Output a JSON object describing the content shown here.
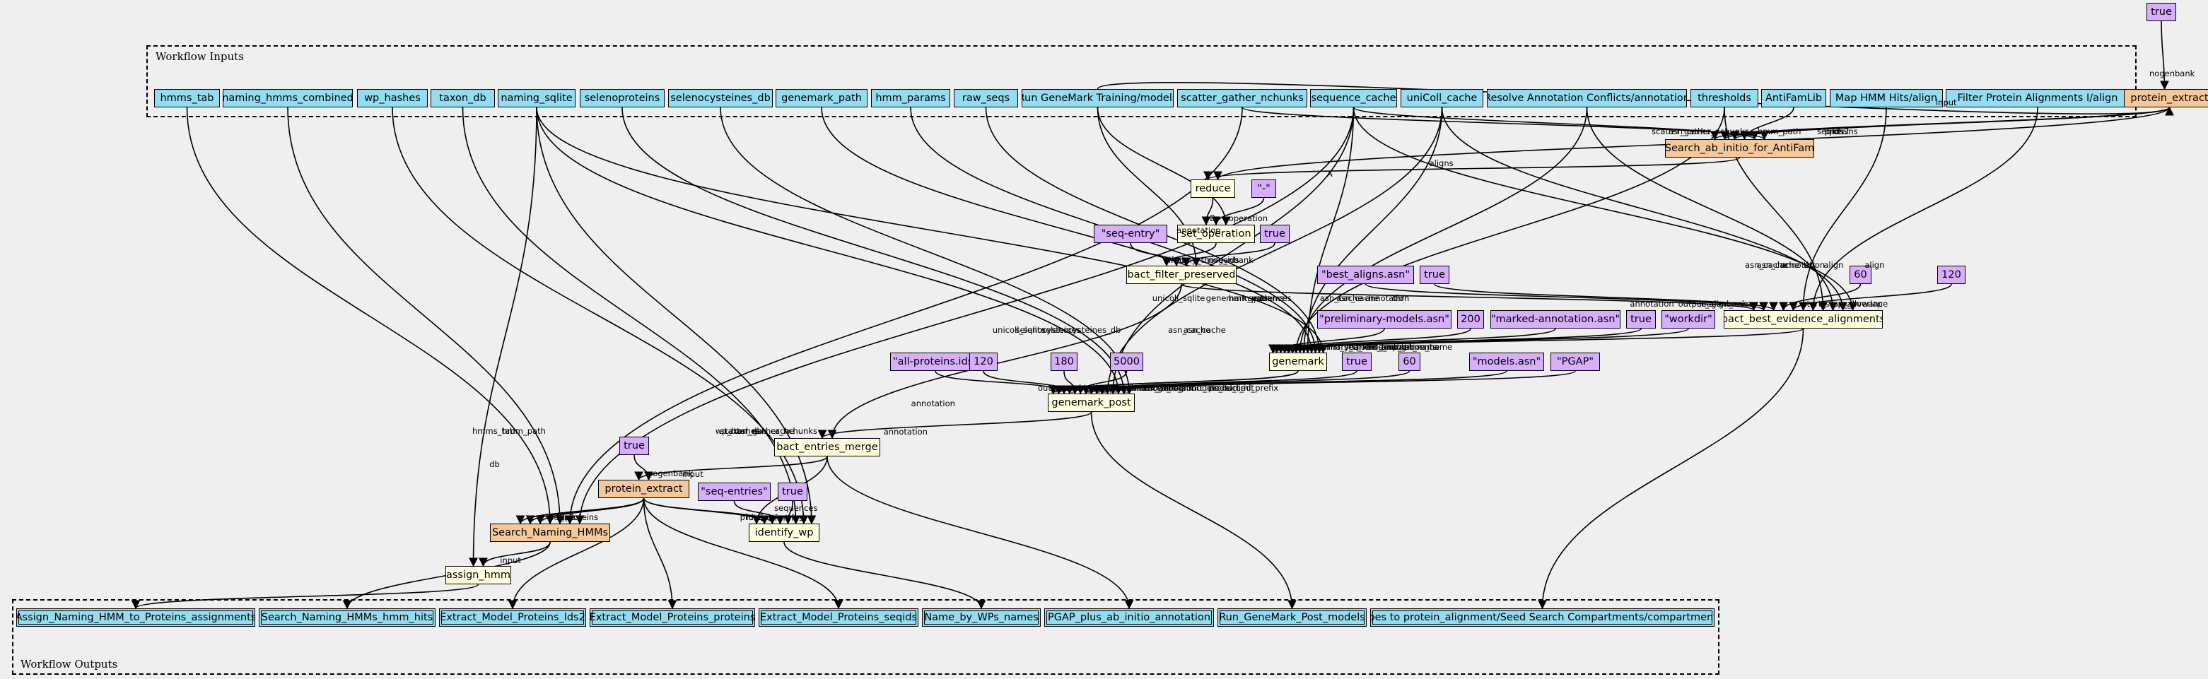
{
  "clusters": {
    "inputs_title": "Workflow Inputs",
    "outputs_title": "Workflow Outputs"
  },
  "colors": {
    "input": "#94ddf0",
    "step": "#ffffe0",
    "default": "#d5aefc",
    "subworkflow": "#f4c89a",
    "background": "#efefef"
  },
  "nodes": {
    "in_hmms_tab": "hmms_tab",
    "in_naming_hmms_combined": "naming_hmms_combined",
    "in_wp_hashes": "wp_hashes",
    "in_taxon_db": "taxon_db",
    "in_naming_sqlite": "naming_sqlite",
    "in_selenoproteins": "selenoproteins",
    "in_selenocysteines_db": "selenocysteines_db",
    "in_genemark_path": "genemark_path",
    "in_hmm_params": "hmm_params",
    "in_raw_seqs": "raw_seqs",
    "in_run_genemark_training": "Run GeneMark Training/models",
    "in_scatter_gather": "scatter_gather_nchunks",
    "in_sequence_cache": "sequence_cache",
    "in_unicoll_cache": "uniColl_cache",
    "in_resolve_annot": "Resolve Annotation Conflicts/annotation",
    "in_thresholds": "thresholds",
    "in_antifamlib": "AntiFamLib",
    "in_map_hmm": "Map HMM Hits/align",
    "in_filter_prot": "Filter Protein Alignments I/align",
    "d_true_top": "true",
    "protein_extract_top": "protein_extract",
    "search_ab_initio": "Search_ab_initio_for_AntiFam",
    "reduce": "reduce",
    "d_minus": "\"-\"",
    "set_operation": "set_operation",
    "d_seq_entry": "\"seq-entry\"",
    "d_true_bfp": "true",
    "bact_filter_preserved": "bact_filter_preserved",
    "d_best_aligns": "\"best_aligns.asn\"",
    "d_true_bbea": "true",
    "d_60_bbea": "60",
    "d_120_bbea": "120",
    "d_prelim": "\"preliminary-models.asn\"",
    "d_200": "200",
    "d_marked": "\"marked-annotation.asn\"",
    "d_true_gm": "true",
    "d_workdir": "\"workdir\"",
    "bact_best_evidence": "bact_best_evidence_alignments",
    "genemark": "genemark",
    "d_all_proteins": "\"all-proteins.ids\"",
    "d_120_gp": "120",
    "d_180": "180",
    "d_5000": "5000",
    "d_true_gp": "true",
    "d_60_gp": "60",
    "d_models": "\"models.asn\"",
    "d_pgap": "\"PGAP\"",
    "genemark_post": "genemark_post",
    "bact_entries_merge": "bact_entries_merge",
    "d_true_pe": "true",
    "protein_extract_mid": "protein_extract",
    "d_seq_entries": "\"seq-entries\"",
    "d_true_iw": "true",
    "search_naming": "Search_Naming_HMMs",
    "identify_wp": "identify_wp",
    "assign_hmm": "assign_hmm",
    "out_assign": "Assign_Naming_HMM_to_Proteins_assignments",
    "out_search_hits": "Search_Naming_HMMs_hmm_hits",
    "out_lds2": "Extract_Model_Proteins_lds2",
    "out_proteins": "Extract_Model_Proteins_proteins",
    "out_seqids": "Extract_Model_Proteins_seqids",
    "out_wp_names": "Name_by_WPs_names",
    "out_pgap": "PGAP_plus_ab_initio_annotation",
    "out_rgpm": "Run_GeneMark_Post_models",
    "out_goes": "goes to protein_alignment/Seed Search Compartments/compartments"
  },
  "edges": [
    {
      "from": "d_true_top",
      "to": "protein_extract_top",
      "label": "nogenbank"
    },
    {
      "from": "in_run_genemark_training",
      "to": "protein_extract_top",
      "label": "input"
    },
    {
      "from": "protein_extract_top",
      "to": "search_ab_initio",
      "label": "seqids"
    },
    {
      "from": "protein_extract_top",
      "to": "search_ab_initio",
      "label": "proteins"
    },
    {
      "from": "protein_extract_top",
      "to": "search_ab_initio",
      "label": "lds2"
    },
    {
      "from": "in_antifamlib",
      "to": "search_ab_initio",
      "label": "hmm_path"
    },
    {
      "from": "in_sequence_cache",
      "to": "search_ab_initio",
      "label": "asn_cache"
    },
    {
      "from": "in_scatter_gather",
      "to": "search_ab_initio",
      "label": "scatter_gather_nchunks"
    },
    {
      "from": "search_ab_initio",
      "to": "reduce",
      "label": "A"
    },
    {
      "from": "protein_extract_top",
      "to": "reduce",
      "label": "aligns"
    },
    {
      "from": "reduce",
      "to": "set_operation",
      "label": "B"
    },
    {
      "from": "d_minus",
      "to": "set_operation",
      "label": "operation"
    },
    {
      "from": "in_run_genemark_training",
      "to": "set_operation",
      "label": ""
    },
    {
      "from": "set_operation",
      "to": "bact_filter_preserved",
      "label": "only_those_ids"
    },
    {
      "from": "d_seq_entry",
      "to": "bact_filter_preserved",
      "label": "ifmt"
    },
    {
      "from": "d_true_bfp",
      "to": "bact_filter_preserved",
      "label": "nogenbank"
    },
    {
      "from": "in_run_genemark_training",
      "to": "bact_filter_preserved",
      "label": "annotation"
    },
    {
      "from": "bact_filter_preserved",
      "to": "bact_best_evidence",
      "label": "annotation"
    },
    {
      "from": "d_best_aligns",
      "to": "bact_best_evidence",
      "label": "output_align_name"
    },
    {
      "from": "d_true_bbea",
      "to": "bact_best_evidence",
      "label": "nogenbank"
    },
    {
      "from": "d_60_bbea",
      "to": "bact_best_evidence",
      "label": "start_stop_allowance"
    },
    {
      "from": "d_120_bbea",
      "to": "bact_best_evidence",
      "label": "max_overlap"
    },
    {
      "from": "in_map_hmm",
      "to": "bact_best_evidence",
      "label": "align"
    },
    {
      "from": "in_filter_prot",
      "to": "bact_best_evidence",
      "label": "align"
    },
    {
      "from": "in_thresholds",
      "to": "bact_best_evidence",
      "label": "thr"
    },
    {
      "from": "in_resolve_annot",
      "to": "bact_best_evidence",
      "label": "annotation"
    },
    {
      "from": "in_unicoll_cache",
      "to": "bact_best_evidence",
      "label": "asn_cache"
    },
    {
      "from": "in_sequence_cache",
      "to": "bact_best_evidence",
      "label": "asn_cache"
    },
    {
      "from": "bact_best_evidence",
      "to": "genemark",
      "label": "alignments"
    },
    {
      "from": "d_prelim",
      "to": "genemark",
      "label": "preliminary_models_name"
    },
    {
      "from": "d_200",
      "to": "genemark",
      "label": "min_seq_len"
    },
    {
      "from": "d_marked",
      "to": "genemark",
      "label": "marked_annotation_name"
    },
    {
      "from": "d_true_gm",
      "to": "genemark",
      "label": "nogenbank"
    },
    {
      "from": "d_workdir",
      "to": "genemark",
      "label": "tmp_dir_name"
    },
    {
      "from": "in_thresholds",
      "to": "genemark",
      "label": "thr"
    },
    {
      "from": "in_resolve_annot",
      "to": "genemark",
      "label": "annotation"
    },
    {
      "from": "in_unicoll_cache",
      "to": "genemark",
      "label": "asn_cache"
    },
    {
      "from": "in_sequence_cache",
      "to": "genemark",
      "label": "asn_cache"
    },
    {
      "from": "in_genemark_path",
      "to": "genemark",
      "label": "genemark_path"
    },
    {
      "from": "in_hmm_params",
      "to": "genemark",
      "label": "hmm_params"
    },
    {
      "from": "in_raw_seqs",
      "to": "genemark",
      "label": "sequences"
    },
    {
      "from": "in_naming_sqlite",
      "to": "genemark",
      "label": "unicoll_sqlite"
    },
    {
      "from": "genemark",
      "to": "genemark_post",
      "label": "pre_annot"
    },
    {
      "from": "genemark",
      "to": "genemark_post",
      "label": "genemark_annot"
    },
    {
      "from": "d_all_proteins",
      "to": "genemark_post",
      "label": "out_product_ids_name"
    },
    {
      "from": "d_120_gp",
      "to": "genemark_post",
      "label": "max_overlap"
    },
    {
      "from": "d_180",
      "to": "genemark_post",
      "label": "short_model_limit"
    },
    {
      "from": "d_5000",
      "to": "genemark_post",
      "label": "max_unannotated_region"
    },
    {
      "from": "d_true_gp",
      "to": "genemark_post",
      "label": "nogenbank"
    },
    {
      "from": "d_60_gp",
      "to": "genemark_post",
      "label": "abs_short_model_limit"
    },
    {
      "from": "d_models",
      "to": "genemark_post",
      "label": "models_name"
    },
    {
      "from": "d_pgap",
      "to": "genemark_post",
      "label": "product_id_prefix"
    },
    {
      "from": "in_unicoll_cache",
      "to": "genemark_post",
      "label": "asn_cache"
    },
    {
      "from": "in_sequence_cache",
      "to": "genemark_post",
      "label": "asn_cache"
    },
    {
      "from": "in_naming_sqlite",
      "to": "genemark_post",
      "label": "unicoll_sqlite"
    },
    {
      "from": "in_selenoproteins",
      "to": "genemark_post",
      "label": "selenocysteines"
    },
    {
      "from": "in_selenocysteines_db",
      "to": "genemark_post",
      "label": "selenocysteines_db"
    },
    {
      "from": "genemark_post",
      "to": "bact_entries_merge",
      "label": "annotation"
    },
    {
      "from": "bact_filter_preserved",
      "to": "bact_entries_merge",
      "label": "annotation"
    },
    {
      "from": "bact_entries_merge",
      "to": "protein_extract_mid",
      "label": "input"
    },
    {
      "from": "d_true_pe",
      "to": "protein_extract_mid",
      "label": "nogenbank"
    },
    {
      "from": "bact_entries_merge",
      "to": "identify_wp",
      "label": "sequences"
    },
    {
      "from": "protein_extract_mid",
      "to": "search_naming",
      "label": "seqids"
    },
    {
      "from": "protein_extract_mid",
      "to": "search_naming",
      "label": "lds2"
    },
    {
      "from": "protein_extract_mid",
      "to": "search_naming",
      "label": "proteins"
    },
    {
      "from": "protein_extract_mid",
      "to": "identify_wp",
      "label": "proteins"
    },
    {
      "from": "protein_extract_mid",
      "to": "identify_wp",
      "label": "lds2"
    },
    {
      "from": "d_seq_entries",
      "to": "identify_wp",
      "label": "ifmt"
    },
    {
      "from": "d_true_iw",
      "to": "identify_wp",
      "label": "fast"
    },
    {
      "from": "in_taxon_db",
      "to": "identify_wp",
      "label": "taxon_db"
    },
    {
      "from": "in_wp_hashes",
      "to": "identify_wp",
      "label": "wp_hashes"
    },
    {
      "from": "in_naming_sqlite",
      "to": "identify_wp",
      "label": ""
    },
    {
      "from": "in_hmms_tab",
      "to": "search_naming",
      "label": "hmms_tab"
    },
    {
      "from": "in_naming_hmms_combined",
      "to": "search_naming",
      "label": "hmm_path"
    },
    {
      "from": "in_scatter_gather",
      "to": "search_naming",
      "label": "scatter_gather_nchunks"
    },
    {
      "from": "in_sequence_cache",
      "to": "search_naming",
      "label": "asn_cache"
    },
    {
      "from": "in_naming_sqlite",
      "to": "assign_hmm",
      "label": "db"
    },
    {
      "from": "search_naming",
      "to": "assign_hmm",
      "label": "input"
    },
    {
      "from": "assign_hmm",
      "to": "out_assign",
      "label": ""
    },
    {
      "from": "search_naming",
      "to": "out_search_hits",
      "label": ""
    },
    {
      "from": "protein_extract_mid",
      "to": "out_lds2",
      "label": ""
    },
    {
      "from": "protein_extract_mid",
      "to": "out_proteins",
      "label": ""
    },
    {
      "from": "protein_extract_mid",
      "to": "out_seqids",
      "label": ""
    },
    {
      "from": "identify_wp",
      "to": "out_wp_names",
      "label": ""
    },
    {
      "from": "bact_entries_merge",
      "to": "out_pgap",
      "label": ""
    },
    {
      "from": "genemark_post",
      "to": "out_rgpm",
      "label": ""
    },
    {
      "from": "bact_best_evidence",
      "to": "out_goes",
      "label": ""
    }
  ]
}
